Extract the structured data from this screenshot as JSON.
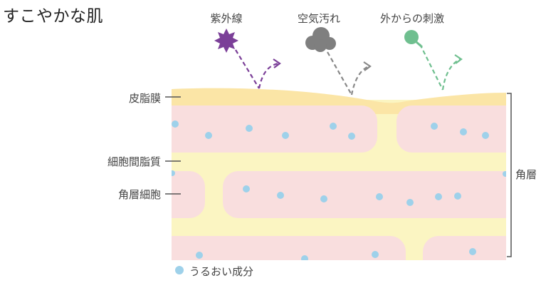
{
  "title": "すこやかな肌",
  "threats": [
    {
      "label": "紫外線",
      "icon": "uv-star-icon",
      "color": "#7b3f98"
    },
    {
      "label": "空気汚れ",
      "icon": "pollution-cloud-icon",
      "color": "#808080"
    },
    {
      "label": "外からの刺激",
      "icon": "stimulus-ball-icon",
      "color": "#6fbf8f"
    }
  ],
  "layers": {
    "sebum": "皮脂膜",
    "intercellular_lipid": "細胞間脂質",
    "corneocyte": "角層細胞"
  },
  "stratum_corneum": "角層",
  "legend": {
    "moisture": "うるおい成分"
  },
  "colors": {
    "sebum": "#fbe5a6",
    "lipid": "#fbf5c2",
    "cell": "#f9dede",
    "moisture": "#9ed1ea"
  }
}
